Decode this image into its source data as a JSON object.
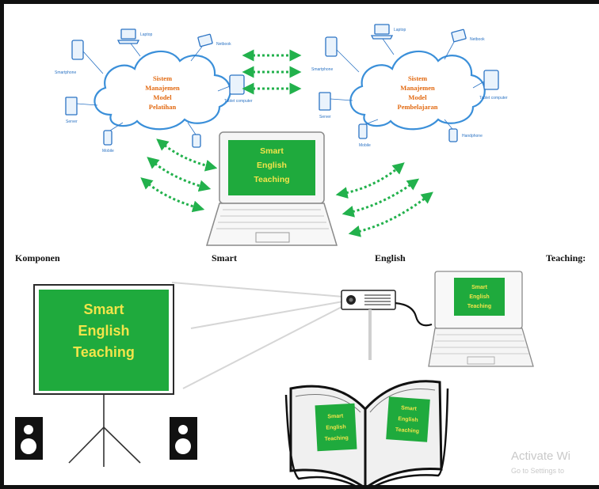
{
  "clouds": {
    "left": {
      "lines": [
        "Sistem",
        "Manajemen",
        "Model",
        "Pelatihan"
      ]
    },
    "right": {
      "lines": [
        "Sistem",
        "Manajemen",
        "Model",
        "Pembelajaran"
      ]
    }
  },
  "device_labels": {
    "left": [
      "Laptop",
      "Netbook",
      "Smartphone",
      "Tablet computer",
      "Server",
      "Mobile"
    ],
    "right": [
      "Laptop",
      "Netbook",
      "Smartphone",
      "Tablet computer",
      "Server",
      "Mobile",
      "Handphone"
    ]
  },
  "laptop_screen": [
    "Smart",
    "English",
    "Teaching"
  ],
  "captions": {
    "komponen": "Komponen",
    "smart": "Smart",
    "english": "English",
    "teaching": "Teaching:"
  },
  "board_screen": [
    "Smart",
    "English",
    "Teaching"
  ],
  "small_laptop_screen": [
    "Smart",
    "English",
    "Teaching"
  ],
  "book_left_page": [
    "Smart",
    "English",
    "Teaching"
  ],
  "book_right_page": [
    "Smart",
    "English",
    "Teaching"
  ],
  "watermark": {
    "line1": "Activate Wi",
    "line2": "Go to Settings to"
  },
  "colors": {
    "green": "#1faa3d",
    "arrow_green": "#22b14c",
    "cloud_blue": "#3a8fd9",
    "orange_text": "#e26a12",
    "yellow_text": "#f2e44a"
  }
}
